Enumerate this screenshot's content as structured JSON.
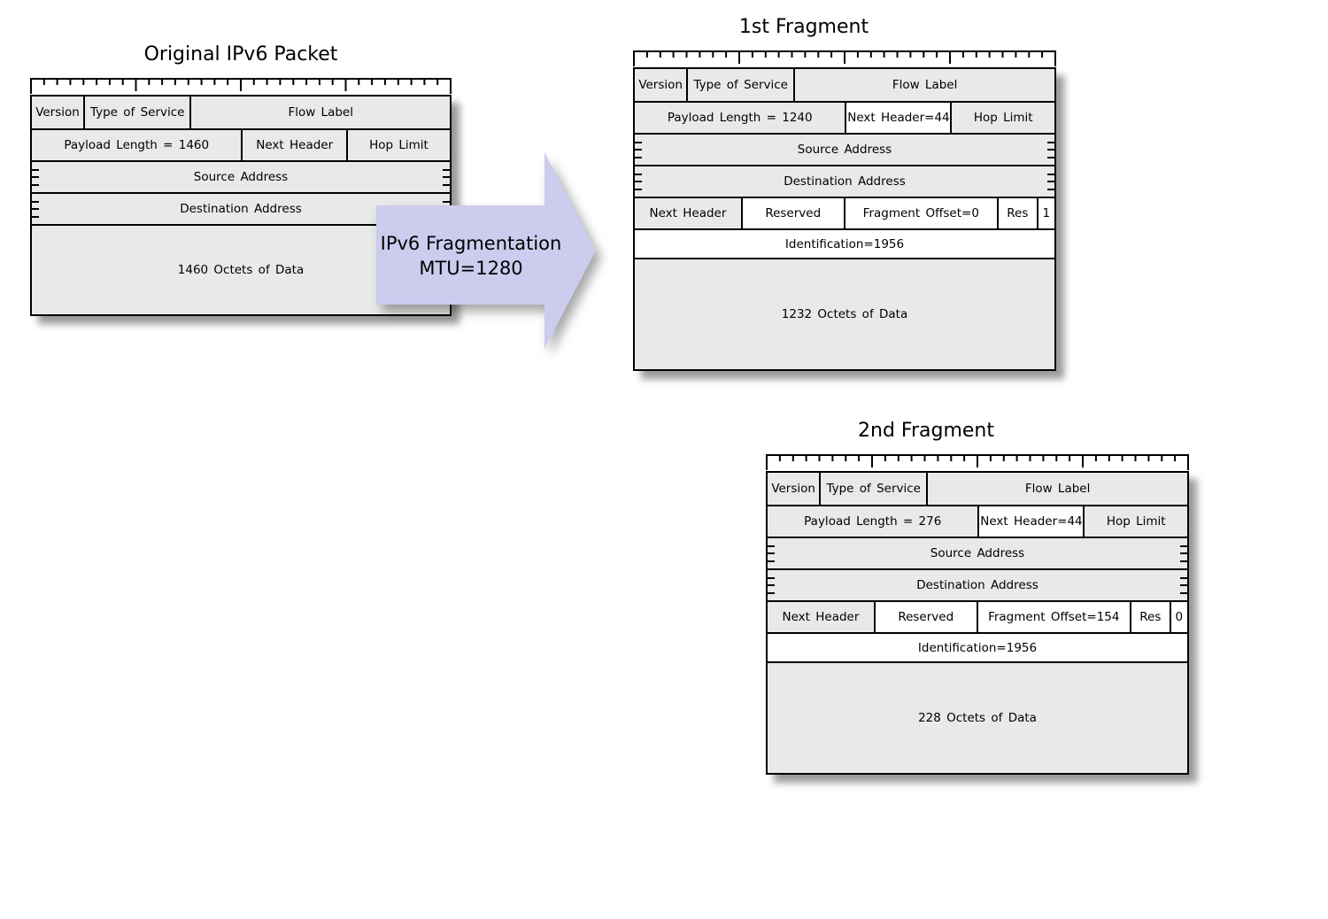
{
  "colors": {
    "cell_fill": "#e9e9e9",
    "highlight_fill": "#ffffff",
    "border": "#000000",
    "arrow_fill": "#ccccee"
  },
  "packets": [
    {
      "title": "Original IPv6 Packet",
      "rows": [
        {
          "cells": [
            "Version",
            "Type of Service",
            "Flow Label"
          ]
        },
        {
          "cells": [
            "Payload Length = 1460",
            "Next Header",
            "Hop Limit"
          ]
        },
        {
          "cells": [
            "Source Address"
          ]
        },
        {
          "cells": [
            "Destination Address"
          ]
        },
        {
          "cells": [
            "1460 Octets of Data"
          ]
        }
      ]
    },
    {
      "title": "1st Fragment",
      "rows": [
        {
          "cells": [
            "Version",
            "Type of Service",
            "Flow Label"
          ]
        },
        {
          "cells": [
            "Payload Length = 1240",
            "Next Header=44",
            "Hop Limit"
          ]
        },
        {
          "cells": [
            "Source Address"
          ]
        },
        {
          "cells": [
            "Destination Address"
          ]
        },
        {
          "cells": [
            "Next Header",
            "Reserved",
            "Fragment Offset=0",
            "Res",
            "1"
          ]
        },
        {
          "cells": [
            "Identification=1956"
          ]
        },
        {
          "cells": [
            "1232 Octets of Data"
          ]
        }
      ]
    },
    {
      "title": "2nd Fragment",
      "rows": [
        {
          "cells": [
            "Version",
            "Type of Service",
            "Flow Label"
          ]
        },
        {
          "cells": [
            "Payload Length = 276",
            "Next Header=44",
            "Hop Limit"
          ]
        },
        {
          "cells": [
            "Source Address"
          ]
        },
        {
          "cells": [
            "Destination Address"
          ]
        },
        {
          "cells": [
            "Next Header",
            "Reserved",
            "Fragment Offset=154",
            "Res",
            "0"
          ]
        },
        {
          "cells": [
            "Identification=1956"
          ]
        },
        {
          "cells": [
            "228 Octets of Data"
          ]
        }
      ]
    }
  ],
  "arrow": {
    "label_line1": "IPv6 Fragmentation",
    "label_line2": "MTU=1280"
  }
}
